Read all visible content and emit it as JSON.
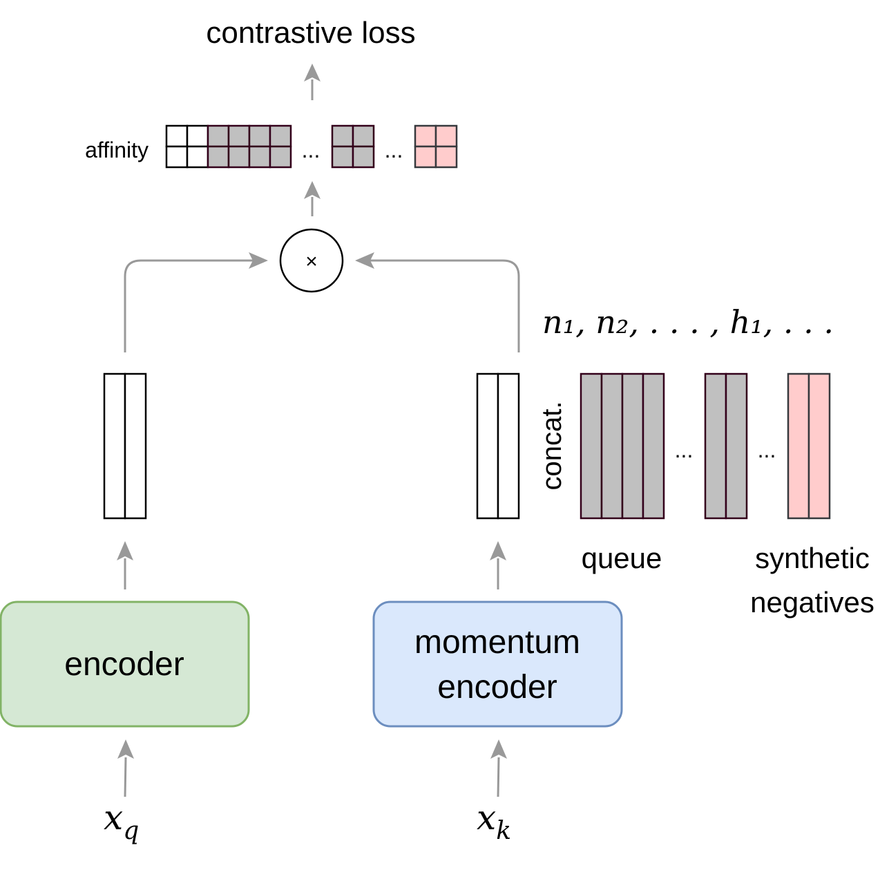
{
  "title": "contrastive loss",
  "affinity_label": "affinity",
  "ellipsis": "...",
  "multiply_symbol": "×",
  "sequence_label": "n₁, n₂, . . . , h₁, . . .",
  "concat_label": "concat.",
  "queue_label": "queue",
  "synthetic_label_line1": "synthetic",
  "synthetic_label_line2": "negatives",
  "encoder_label": "encoder",
  "momentum_encoder_line1": "momentum",
  "momentum_encoder_line2": "encoder",
  "input_q": {
    "base": "x",
    "sub": "q"
  },
  "input_k": {
    "base": "x",
    "sub": "k"
  },
  "colors": {
    "encoder_fill": "#d5e8d4",
    "encoder_stroke": "#82b366",
    "momentum_fill": "#dae8fc",
    "momentum_stroke": "#6c8ebf",
    "queue_fill": "#c0c0c0",
    "queue_stroke": "#33001a",
    "synthetic_fill": "#ffcccc",
    "synthetic_stroke": "#36393d",
    "arrow": "#999999"
  }
}
